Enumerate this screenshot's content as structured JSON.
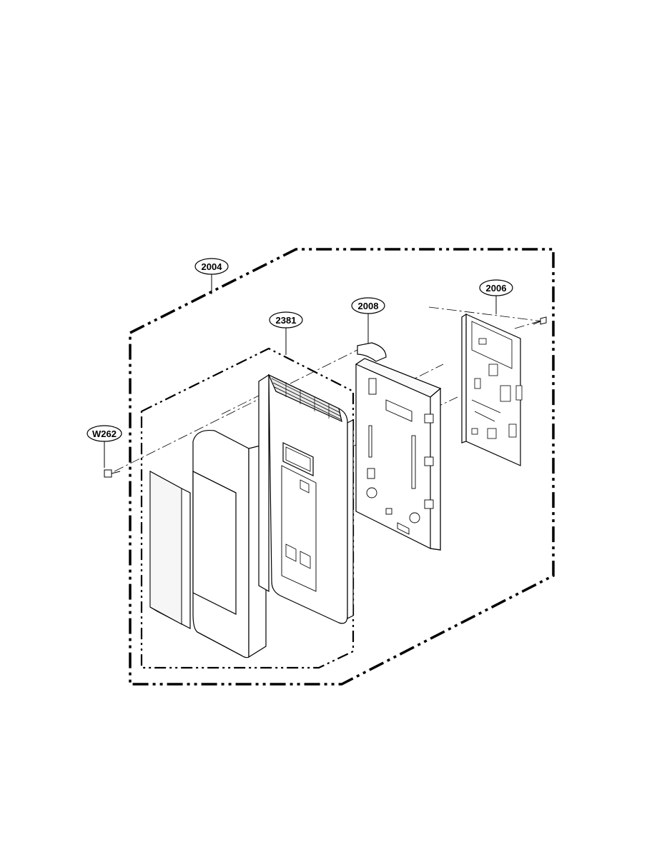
{
  "diagram": {
    "callouts": [
      {
        "id": "2004",
        "label": "2004"
      },
      {
        "id": "2006",
        "label": "2006"
      },
      {
        "id": "2008",
        "label": "2008"
      },
      {
        "id": "2381",
        "label": "2381"
      },
      {
        "id": "W262",
        "label": "W262"
      }
    ],
    "colors": {
      "line": "#000000",
      "part_fill": "#ffffff",
      "panel_fill": "#f4f4f4"
    }
  }
}
